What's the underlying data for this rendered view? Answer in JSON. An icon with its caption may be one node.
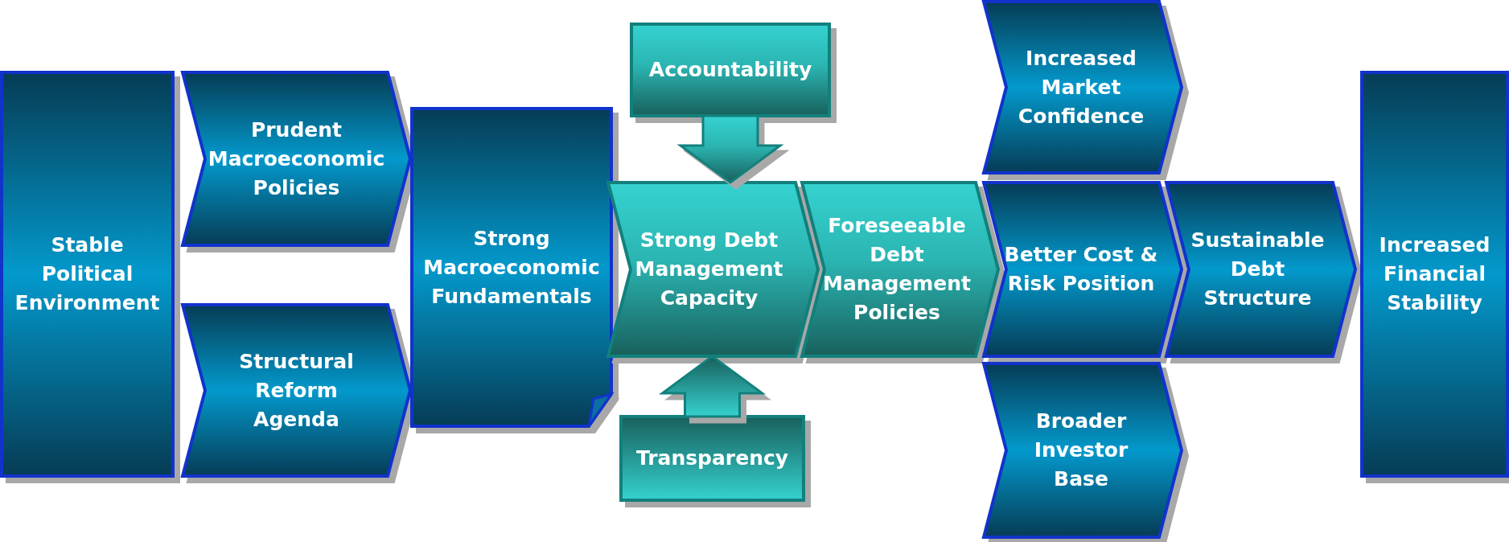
{
  "diagram": {
    "nodes": [
      {
        "text": [
          "Stable Political Environment"
        ]
      },
      {
        "text": [
          "Prudent Macroeconomic Policies"
        ]
      },
      {
        "text": [
          "Structural Reform Agenda"
        ]
      },
      {
        "text": [
          "Strong Macroeconomic Fundamentals"
        ]
      },
      {
        "text": [
          "Accountability"
        ]
      },
      {
        "text": [
          "Strong Debt Management Capacity"
        ]
      },
      {
        "text": [
          "Transparency"
        ]
      },
      {
        "text": [
          "Foreseeable Debt Management Policies"
        ]
      },
      {
        "text": [
          "Increased Market Confidence"
        ]
      },
      {
        "text": [
          "Better Cost & Risk Position"
        ]
      },
      {
        "text": [
          "Broader Investor Base"
        ]
      },
      {
        "text": [
          "Sustainable Debt Structure"
        ]
      },
      {
        "text": [
          "Increased Financial Stability"
        ]
      }
    ],
    "edges": [
      {
        "from": 4,
        "to": 5,
        "arrow": "to",
        "style": "thick"
      },
      {
        "from": 6,
        "to": 5,
        "arrow": "to",
        "style": "thick"
      }
    ]
  }
}
